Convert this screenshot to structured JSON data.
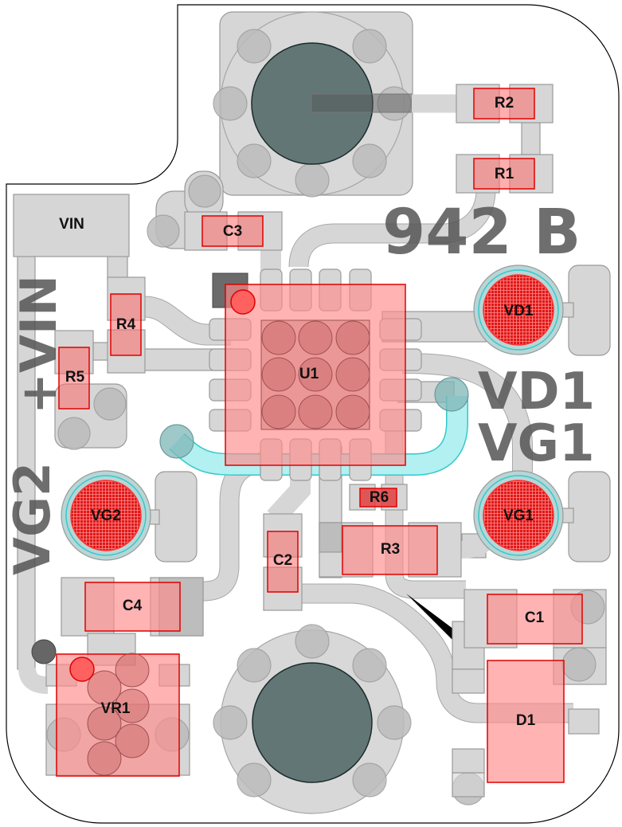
{
  "board": {
    "silkscreen": {
      "board_id": "942 B",
      "vd1": "VD1",
      "vg1": "VG1",
      "vin_side": "+VIN",
      "vg2_side": "VG2"
    },
    "components": {
      "vin": "VIN",
      "c3": "C3",
      "r2": "R2",
      "r1": "R1",
      "r4": "R4",
      "r5": "R5",
      "u1": "U1",
      "vd1": "VD1",
      "vg1": "VG1",
      "vg2": "VG2",
      "r6": "R6",
      "r3": "R3",
      "c2": "C2",
      "c4": "C4",
      "c1": "C1",
      "vr1": "VR1",
      "d1": "D1"
    },
    "colors": {
      "component_fill": "#ff6b6b",
      "component_outline": "#e00000",
      "copper": "#d6d6d6",
      "mounting_hole": "#627676",
      "silkscreen": "#555555",
      "cyan_trace": "#9ee9ea"
    }
  }
}
